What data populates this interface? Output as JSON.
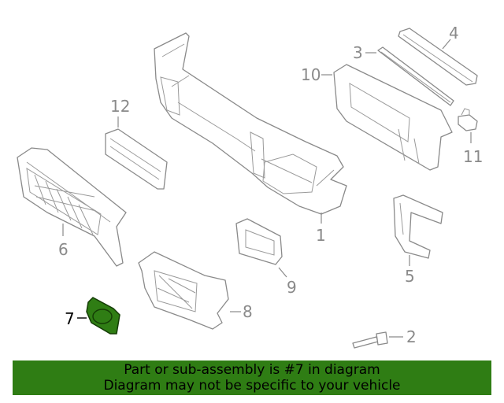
{
  "diagram": {
    "highlighted_part": "7",
    "callouts": {
      "c1": "1",
      "c2": "2",
      "c3": "3",
      "c4": "4",
      "c5": "5",
      "c6": "6",
      "c7": "7",
      "c8": "8",
      "c9": "9",
      "c10": "10",
      "c11": "11",
      "c12": "12"
    },
    "colors": {
      "highlight": "#2f7d14",
      "line": "#8a8a8a"
    }
  },
  "banner": {
    "line1": "Part or sub-assembly is #7 in diagram",
    "line2": "Diagram may not be specific to your vehicle"
  }
}
